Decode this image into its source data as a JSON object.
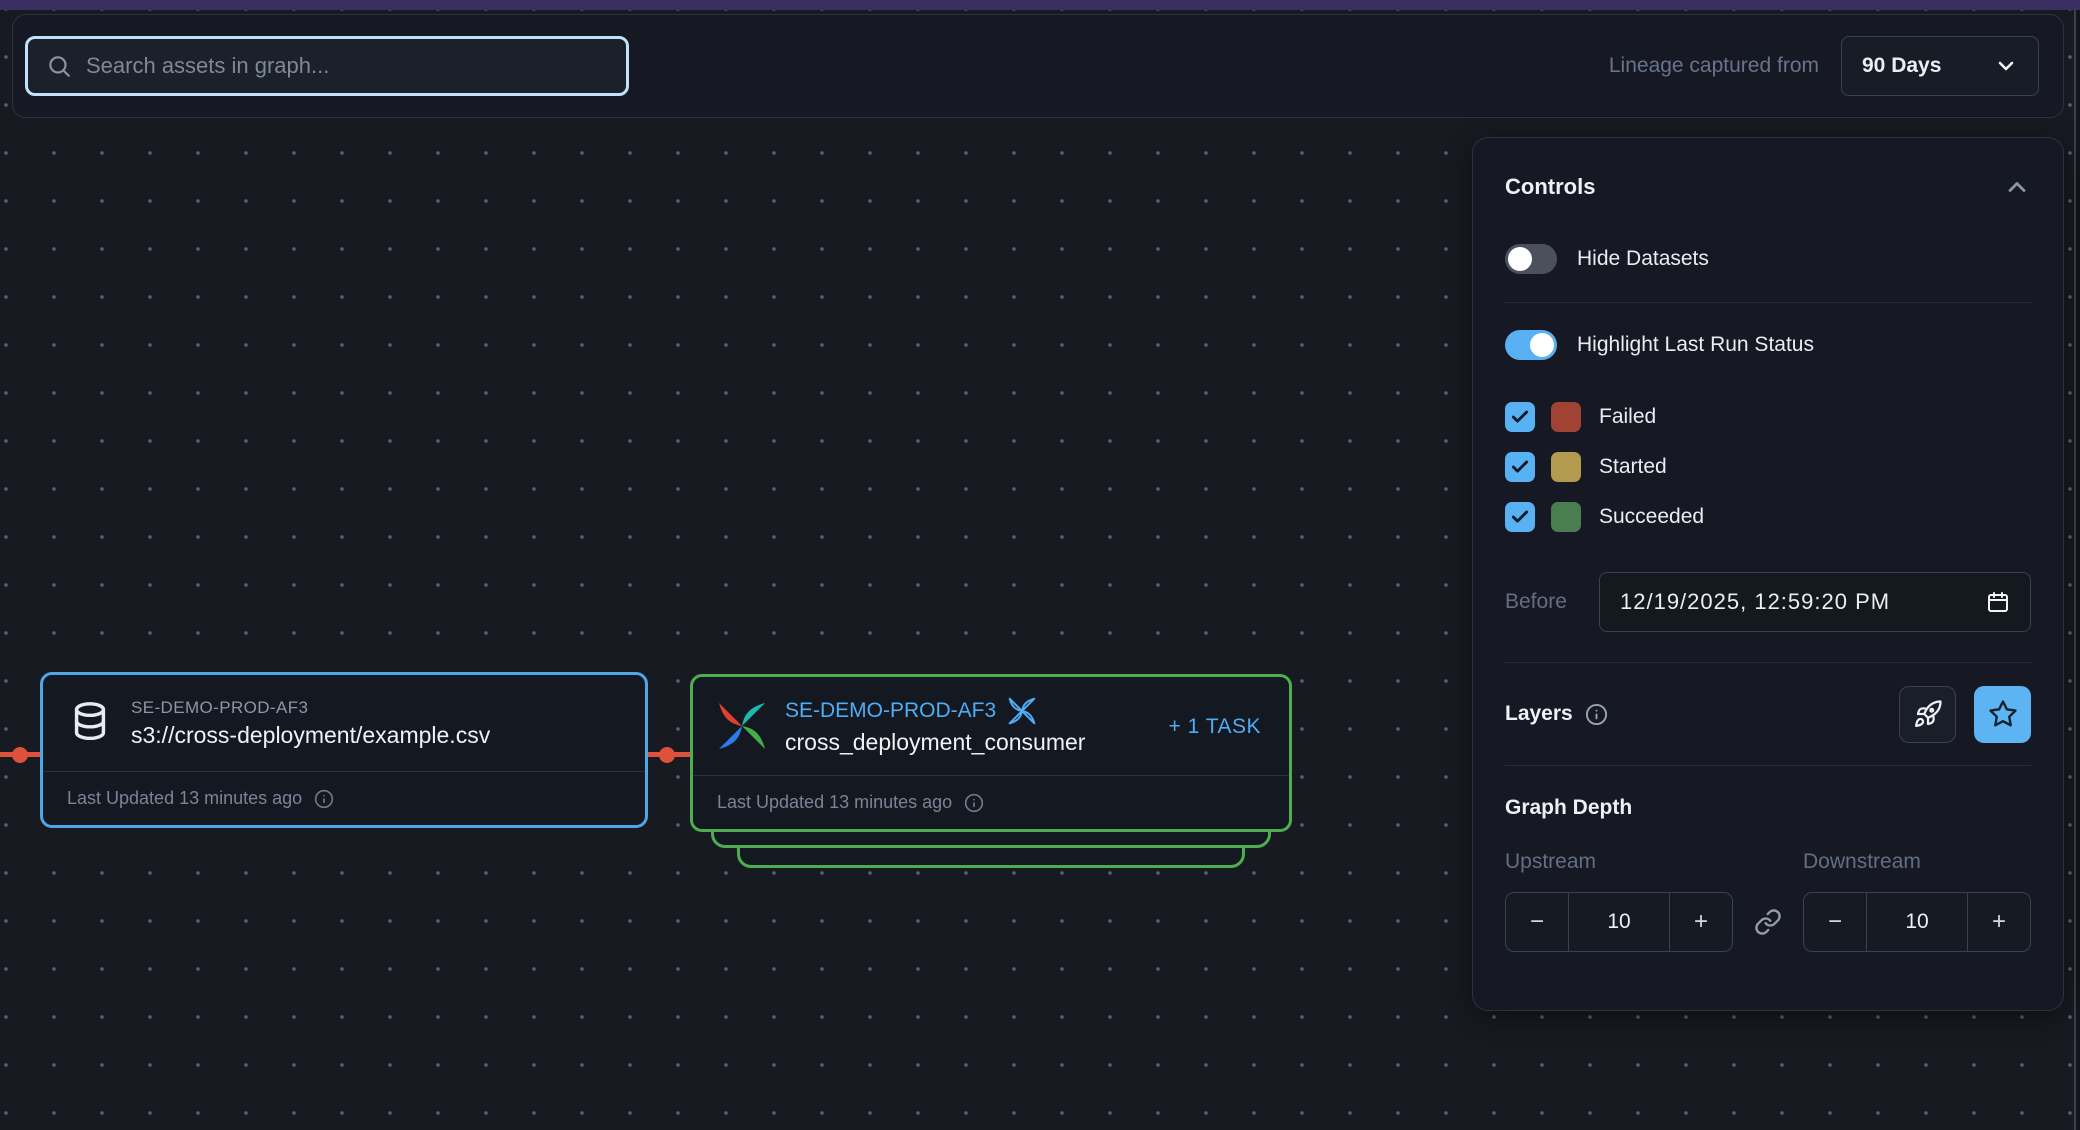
{
  "header": {
    "search_placeholder": "Search assets in graph...",
    "lineage_label": "Lineage captured from",
    "lineage_value": "90 Days"
  },
  "controls": {
    "title": "Controls",
    "toggles": {
      "hide_datasets": {
        "label": "Hide Datasets",
        "state": "off"
      },
      "highlight_last_run": {
        "label": "Highlight Last Run Status",
        "state": "on"
      }
    },
    "statuses": [
      {
        "label": "Failed",
        "checked": true,
        "color": "#a04234"
      },
      {
        "label": "Started",
        "checked": true,
        "color": "#b29b4d"
      },
      {
        "label": "Succeeded",
        "checked": true,
        "color": "#4a7d50"
      }
    ],
    "before": {
      "label": "Before",
      "value": "12/19/2025, 12:59:20 PM"
    },
    "layers": {
      "label": "Layers"
    },
    "graph_depth": {
      "title": "Graph Depth",
      "upstream": {
        "label": "Upstream",
        "value": "10",
        "minus": "−",
        "plus": "+"
      },
      "downstream": {
        "label": "Downstream",
        "value": "10",
        "minus": "−",
        "plus": "+"
      }
    }
  },
  "nodes": {
    "dataset": {
      "deployment": "SE-DEMO-PROD-AF3",
      "name": "s3://cross-deployment/example.csv",
      "footer": "Last Updated 13 minutes ago",
      "border_color": "#4fa7e8"
    },
    "dag": {
      "deployment": "SE-DEMO-PROD-AF3",
      "name": "cross_deployment_consumer",
      "task_badge": "+ 1 TASK",
      "footer": "Last Updated 13 minutes ago",
      "border_color": "#4cae50"
    }
  },
  "colors": {
    "accent_blue": "#57b1f2",
    "edge_red": "#e0513c",
    "top_strip_purple": "#3b2e63",
    "panel_bg": "#161923",
    "canvas_bg": "#171a21"
  }
}
